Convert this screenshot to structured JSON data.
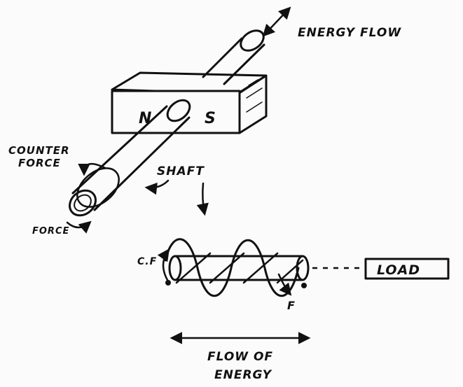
{
  "labels": {
    "energy_flow": "ENERGY FLOW",
    "magnet_north": "N",
    "magnet_south": "S",
    "counter_force_line1": "COUNTER",
    "counter_force_line2": "FORCE",
    "force": "FORCE",
    "shaft": "SHAFT",
    "counter_force_abbrev": "C.F",
    "force_abbrev": "F",
    "load": "LOAD",
    "flow_of_energy_line1": "FLOW OF",
    "flow_of_energy_line2": "ENERGY"
  },
  "colors": {
    "ink": "#111111",
    "paper": "#fbfbfb"
  }
}
